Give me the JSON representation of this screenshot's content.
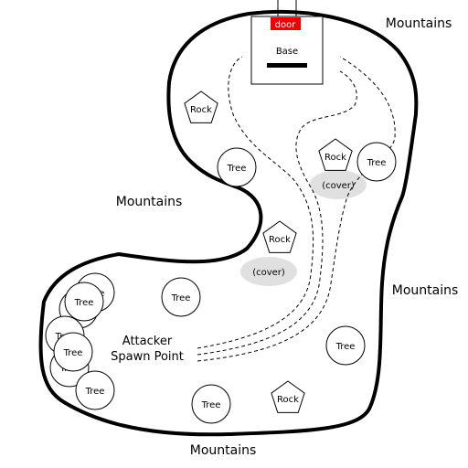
{
  "colors": {
    "door": "#ee0000",
    "cover": "#e0e0e0",
    "outline": "#000000",
    "background": "#ffffff"
  },
  "labels": {
    "mountains_top_right": "Mountains",
    "mountains_left": "Mountains",
    "mountains_right": "Mountains",
    "mountains_bottom": "Mountains",
    "base": "Base",
    "door": "door",
    "spawn_line1": "Attacker",
    "spawn_line2": "Spawn Point",
    "cover_upper": "(cover)",
    "cover_lower": "(cover)"
  },
  "trees": [
    {
      "label": "Tree"
    },
    {
      "label": "Tree"
    },
    {
      "label": "Tree"
    },
    {
      "label": "Tree"
    },
    {
      "label": "Tree"
    },
    {
      "label": "Tree"
    },
    {
      "label": "Tree"
    },
    {
      "label": "Tree"
    },
    {
      "label": "Tree"
    },
    {
      "label": "Tree"
    },
    {
      "label": "Tree"
    },
    {
      "label": "Tree"
    }
  ],
  "rocks": [
    {
      "label": "Rock"
    },
    {
      "label": "Rock"
    },
    {
      "label": "Rock"
    },
    {
      "label": "Rock"
    }
  ]
}
